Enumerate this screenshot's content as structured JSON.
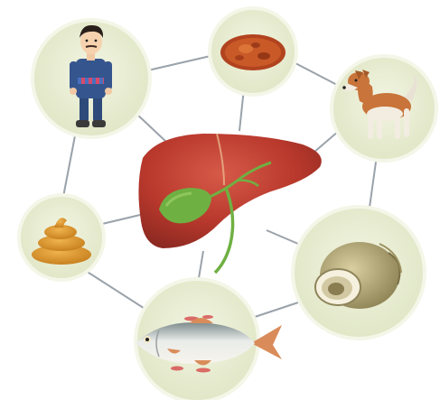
{
  "diagram": {
    "center": {
      "icon": "liver-with-gallbladder-icon"
    },
    "nodes": [
      {
        "id": "human",
        "icon": "human-host-icon"
      },
      {
        "id": "cyst",
        "icon": "parasite-cyst-icon"
      },
      {
        "id": "dog",
        "icon": "dog-icon"
      },
      {
        "id": "feces",
        "icon": "feces-icon"
      },
      {
        "id": "snail",
        "icon": "snail-icon"
      },
      {
        "id": "fish",
        "icon": "fish-icon"
      }
    ],
    "colors": {
      "circle_fill": "#e6ebcf",
      "circle_stroke": "#f4f6e8",
      "connector": "#9aa2aa",
      "liver": "#b2342a",
      "gallbladder": "#6fb043"
    }
  }
}
